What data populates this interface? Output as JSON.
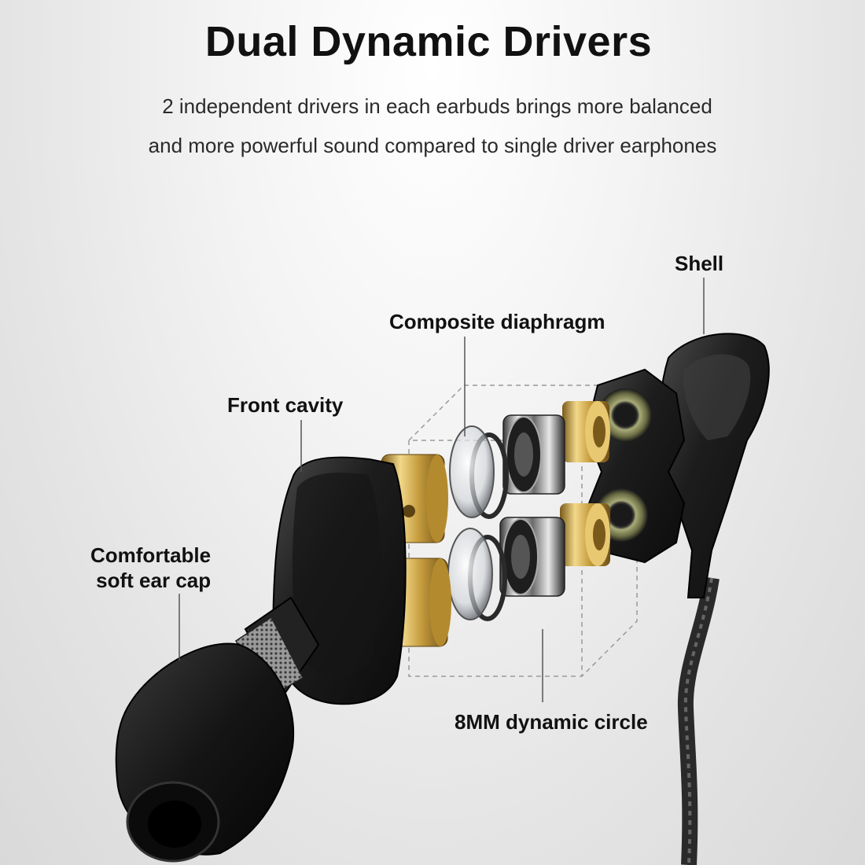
{
  "header": {
    "title": "Dual Dynamic Drivers",
    "subtitle_line1": "2 independent drivers in each earbuds brings more balanced",
    "subtitle_line2": "and more powerful sound compared to single driver earphones"
  },
  "callouts": {
    "shell": "Shell",
    "composite_diaphragm": "Composite diaphragm",
    "front_cavity": "Front cavity",
    "ear_cap_line1": "Comfortable",
    "ear_cap_line2": "soft ear cap",
    "dynamic_circle": "8MM dynamic circle"
  },
  "colors": {
    "shell": "#1c1c1c",
    "gold": "#c9a44a",
    "chrome": "#b8bcc2",
    "olive_ring": "#8a8d5a",
    "text": "#111111"
  }
}
